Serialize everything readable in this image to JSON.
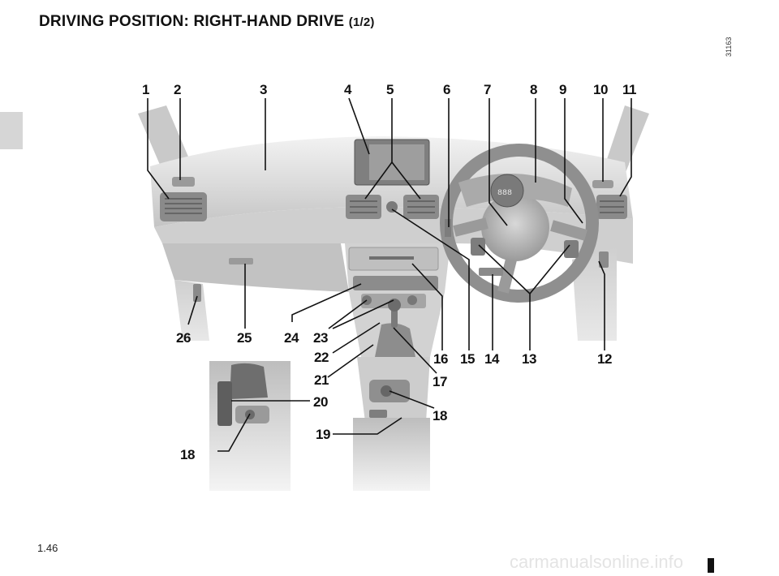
{
  "header": {
    "title": "DRIVING POSITION: RIGHT-HAND DRIVE",
    "part": "(1/2)"
  },
  "reference_code": "31163",
  "page_number": "1.46",
  "watermark": "carmanualsonline.info",
  "callouts": {
    "c1": "1",
    "c2": "2",
    "c3": "3",
    "c4": "4",
    "c5": "5",
    "c6": "6",
    "c7": "7",
    "c8": "8",
    "c9": "9",
    "c10": "10",
    "c11": "11",
    "c12": "12",
    "c13": "13",
    "c14": "14",
    "c15": "15",
    "c16": "16",
    "c17": "17",
    "c18a": "18",
    "c18b": "18",
    "c19": "19",
    "c20": "20",
    "c21": "21",
    "c22": "22",
    "c23": "23",
    "c24": "24",
    "c25": "25",
    "c26": "26"
  },
  "cluster_display": "888"
}
